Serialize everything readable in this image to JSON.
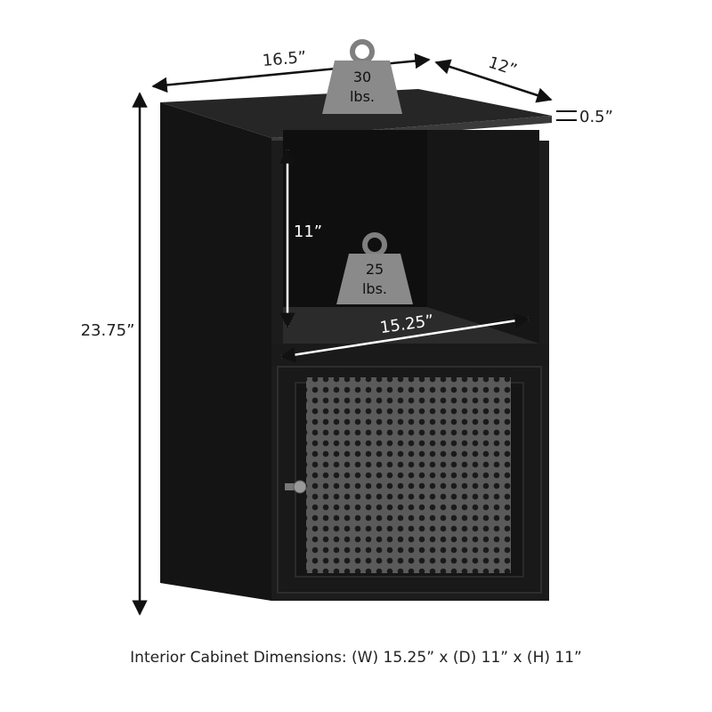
{
  "dimensions": {
    "width": "16.5”",
    "depth": "12”",
    "height": "23.75”",
    "top_thickness": "0.5”",
    "shelf_height": "11”",
    "interior_width": "15.25”"
  },
  "weights": {
    "top": {
      "value": "30",
      "unit": "lbs."
    },
    "shelf": {
      "value": "25",
      "unit": "lbs."
    }
  },
  "caption": "Interior Cabinet Dimensions: (W) 15.25” x (D) 11” x (H) 11”",
  "colors": {
    "cabinet": "#1c1c1c",
    "weight": "#8a8a8a",
    "arrow": "#111111"
  }
}
